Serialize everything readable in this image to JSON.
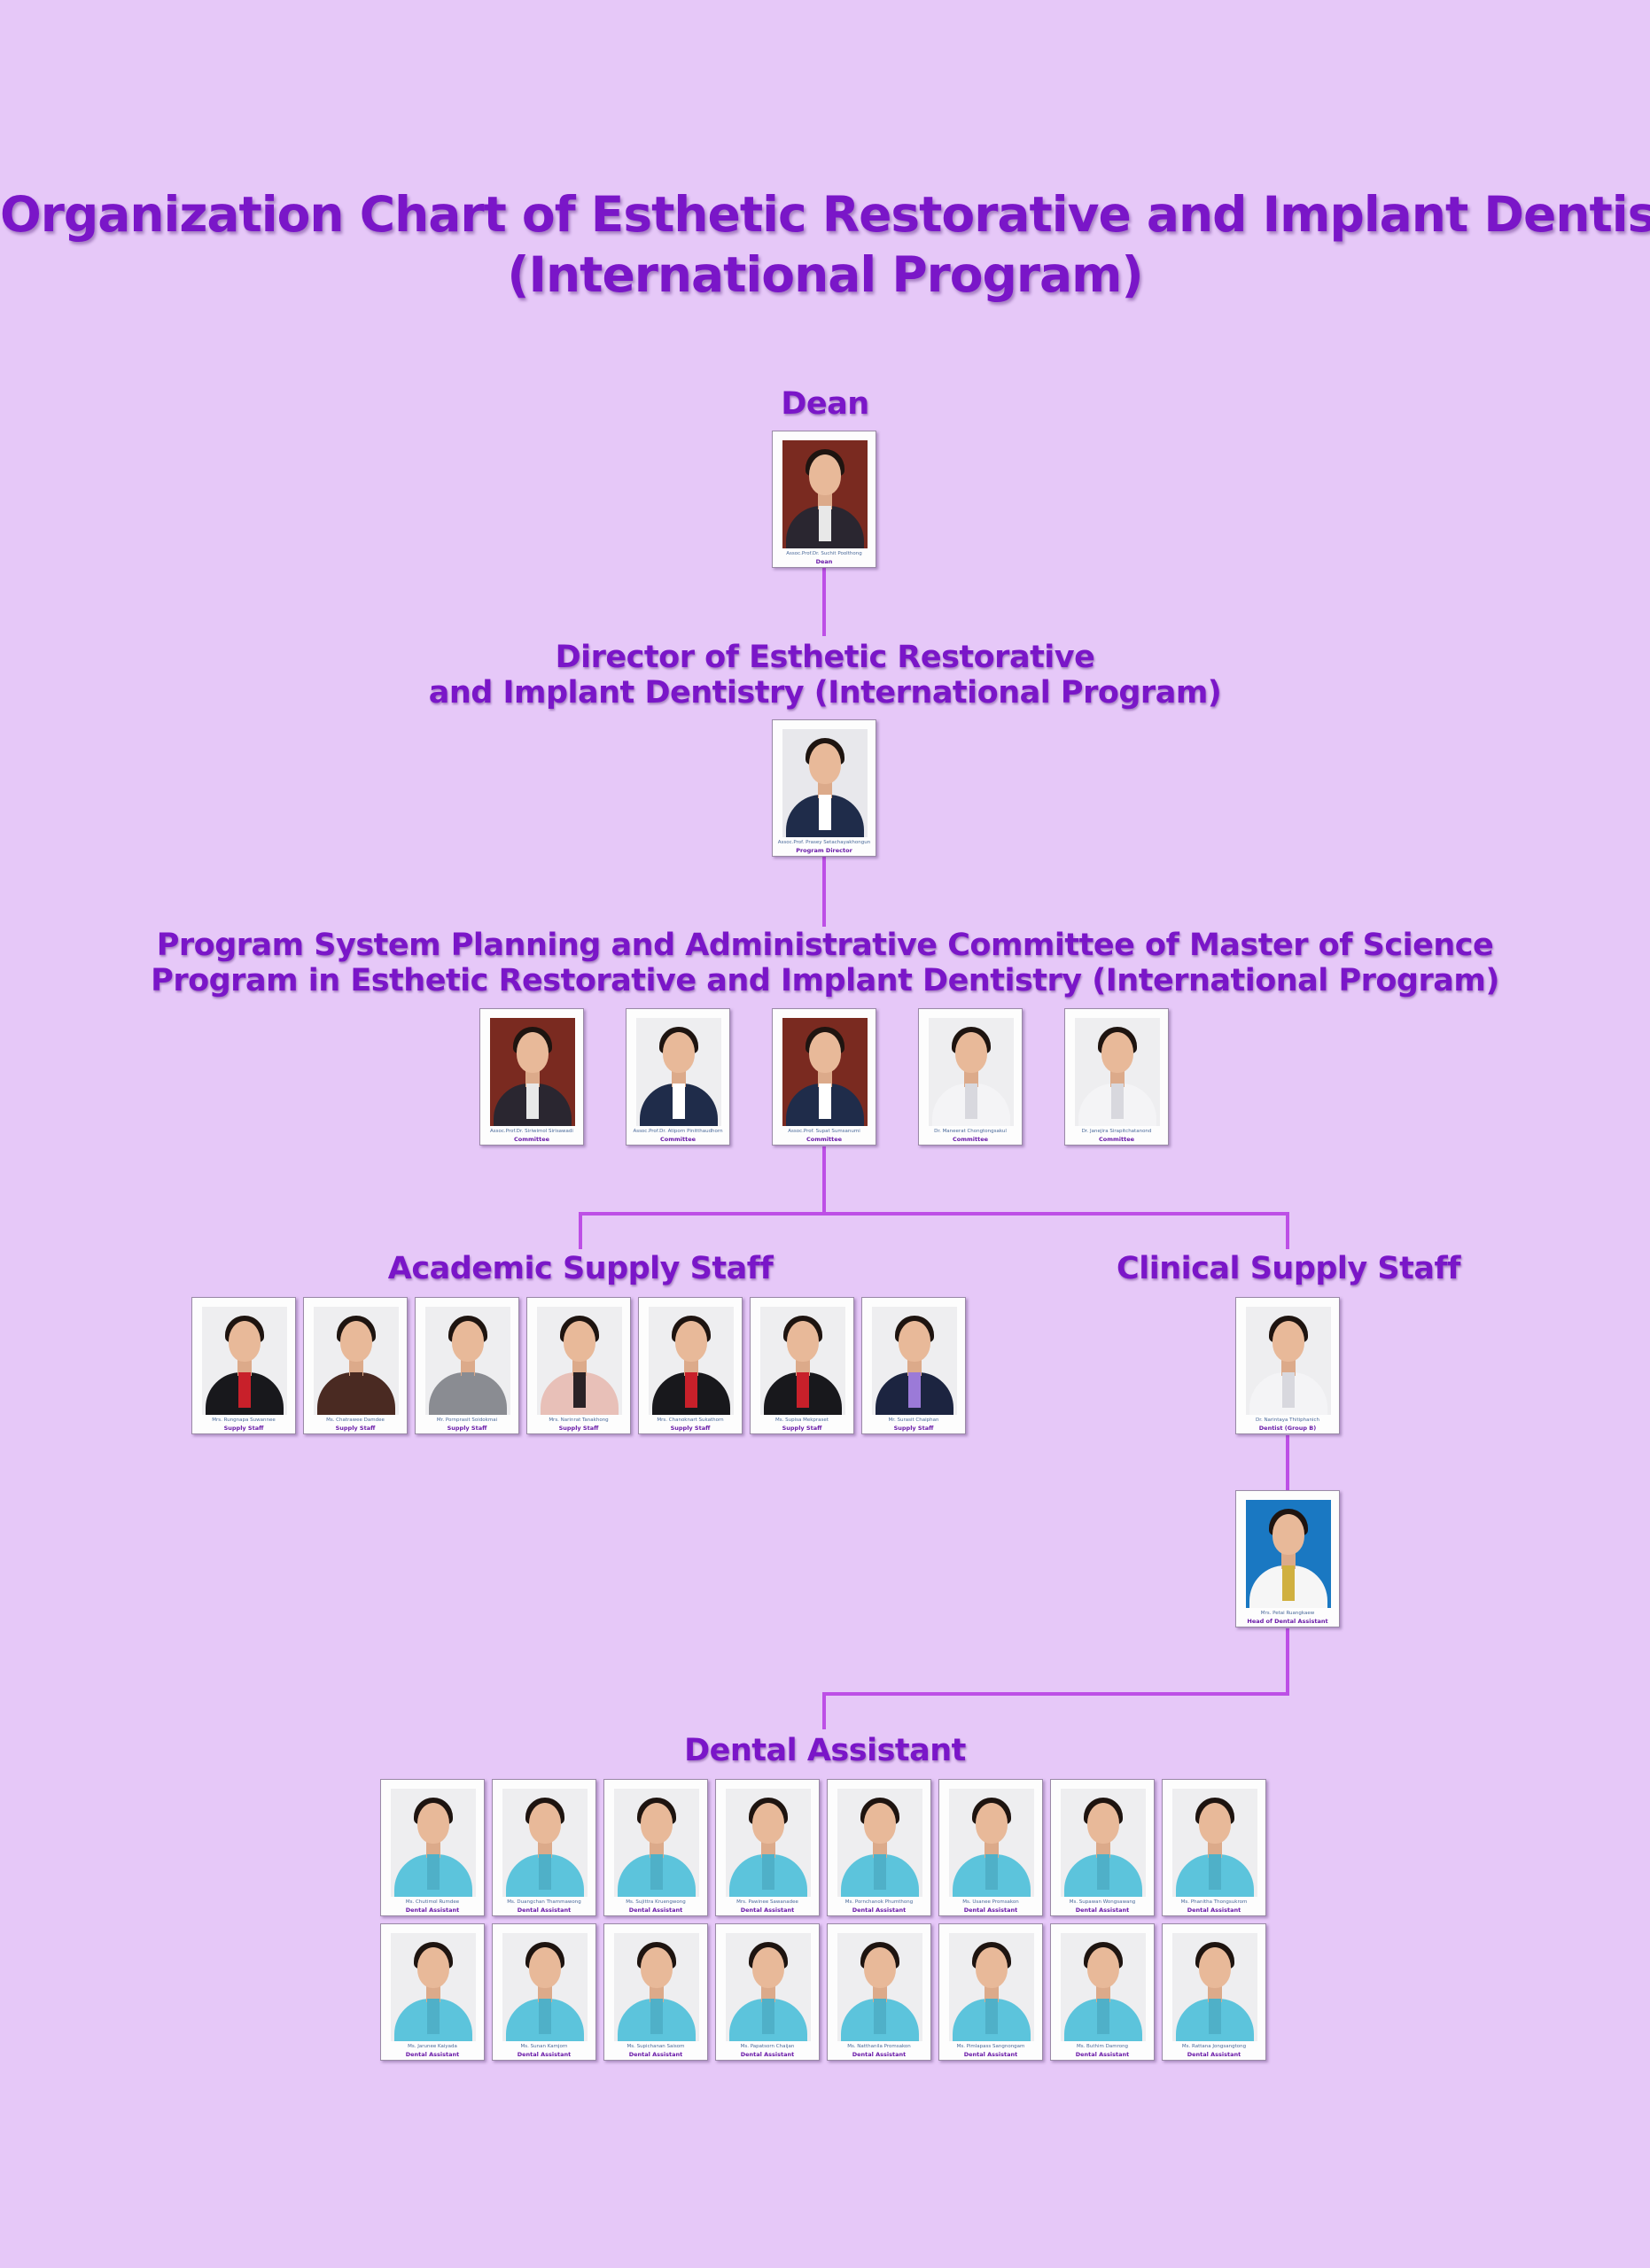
{
  "title": {
    "line1": "Organization Chart of Esthetic Restorative and Implant Dentistry",
    "line2": "(International Program)"
  },
  "colors": {
    "background": "#e6c8f8",
    "heading": "#7a16c8",
    "connector": "#bd4fe6"
  },
  "dean": {
    "heading": "Dean",
    "card": {
      "name": "Assoc.Prof.Dr. Suchit Poolthong",
      "role": "Dean"
    }
  },
  "director": {
    "heading_line1": "Director of Esthetic Restorative",
    "heading_line2": "and Implant Dentistry (International Program)",
    "card": {
      "name": "Assoc.Prof. Prasey Setachayakhongun",
      "role": "Program Director"
    }
  },
  "committee": {
    "heading_line1": "Program System Planning and Administrative Committee of Master of Science",
    "heading_line2": "Program in Esthetic Restorative and Implant Dentistry (International Program)",
    "members": [
      {
        "name": "Assoc.Prof.Dr. Siriwimol Sirisawadi",
        "role": "Committee"
      },
      {
        "name": "Assoc.Prof.Dr. Atiporn Pinitthaudhorn",
        "role": "Committee"
      },
      {
        "name": "Assoc.Prof. Supat Sumsanumi",
        "role": "Committee"
      },
      {
        "name": "Dr. Maneerat Chongtongsakul",
        "role": "Committee"
      },
      {
        "name": "Dr. Janejira Sirapitchatanond",
        "role": "Committee"
      }
    ]
  },
  "academic": {
    "heading": "Academic Supply Staff",
    "members": [
      {
        "name": "Mrs. Rungnapa Suwannee",
        "role": "Supply Staff"
      },
      {
        "name": "Ms. Chatrawee Damdee",
        "role": "Supply Staff"
      },
      {
        "name": "Mr. Pornprasit Soidokmai",
        "role": "Supply Staff"
      },
      {
        "name": "Mrs. Narinrat Tanakhong",
        "role": "Supply Staff"
      },
      {
        "name": "Mrs. Chanoknart Sukathorn",
        "role": "Supply Staff"
      },
      {
        "name": "Ms. Supisa Mekpraset",
        "role": "Supply Staff"
      },
      {
        "name": "Mr. Surasit Chaiphan",
        "role": "Supply Staff"
      }
    ]
  },
  "clinical": {
    "heading": "Clinical Supply Staff",
    "dentist": {
      "name": "Dr. Narintaya Thitiphanich",
      "role": "Dentist (Group B)"
    },
    "head_assistant": {
      "name": "Mrs. Petai Ruangkaew",
      "role": "Head of Dental Assistant"
    }
  },
  "assistants": {
    "heading": "Dental Assistant",
    "row1": [
      {
        "name": "Ms. Chutimol Rumdee",
        "role": "Dental Assistant"
      },
      {
        "name": "Ms. Duangchan Thammawong",
        "role": "Dental Assistant"
      },
      {
        "name": "Ms. Sujittra Kruengwong",
        "role": "Dental Assistant"
      },
      {
        "name": "Mrs. Pawinee Sawanadee",
        "role": "Dental Assistant"
      },
      {
        "name": "Ms. Pornchanok Phumthong",
        "role": "Dental Assistant"
      },
      {
        "name": "Ms. Usanee Promsakon",
        "role": "Dental Assistant"
      },
      {
        "name": "Ms. Supawan Wongsawang",
        "role": "Dental Assistant"
      },
      {
        "name": "Ms. Phanitha Thongsukrom",
        "role": "Dental Assistant"
      }
    ],
    "row2": [
      {
        "name": "Ms. Jarunee Kaiyada",
        "role": "Dental Assistant"
      },
      {
        "name": "Ms. Sunan Kamjorn",
        "role": "Dental Assistant"
      },
      {
        "name": "Ms. Supichanan Saisom",
        "role": "Dental Assistant"
      },
      {
        "name": "Ms. Papatsorn Chaijan",
        "role": "Dental Assistant"
      },
      {
        "name": "Ms. Natthanila Promsakon",
        "role": "Dental Assistant"
      },
      {
        "name": "Ms. Pimlapass Sangnongam",
        "role": "Dental Assistant"
      },
      {
        "name": "Ms. Buthim Damrong",
        "role": "Dental Assistant"
      },
      {
        "name": "Ms. Rattana Jongsangtong",
        "role": "Dental Assistant"
      }
    ]
  }
}
